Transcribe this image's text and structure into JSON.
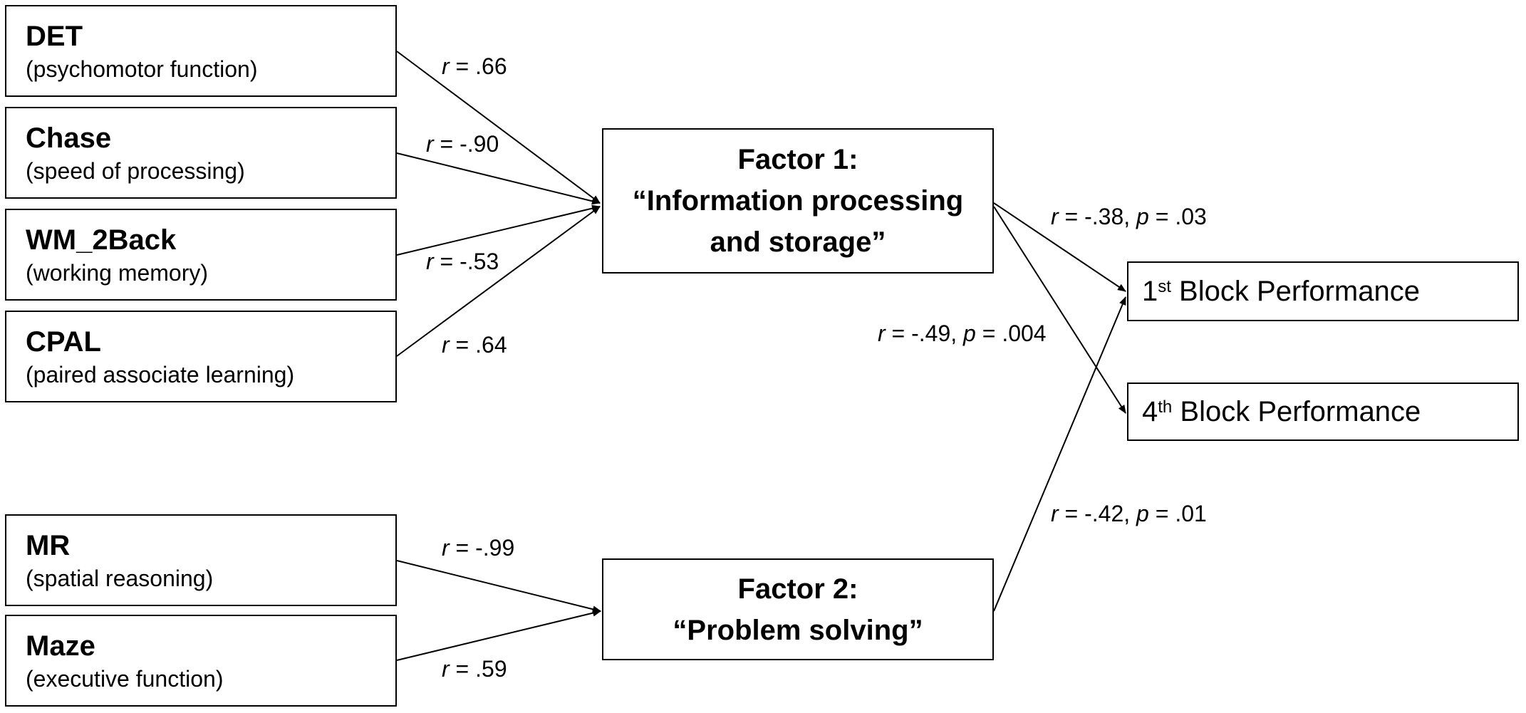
{
  "tests": [
    {
      "id": "det",
      "name": "DET",
      "desc": "(psychomotor function)"
    },
    {
      "id": "chase",
      "name": "Chase",
      "desc": "(speed of processing)"
    },
    {
      "id": "wm2back",
      "name": "WM_2Back",
      "desc": "(working memory)"
    },
    {
      "id": "cpal",
      "name": "CPAL",
      "desc": "(paired associate learning)"
    },
    {
      "id": "mr",
      "name": "MR",
      "desc": "(spatial reasoning)"
    },
    {
      "id": "maze",
      "name": "Maze",
      "desc": "(executive function)"
    }
  ],
  "factors": [
    {
      "id": "factor1",
      "title": "Factor 1:",
      "line1": "“Information processing",
      "line2": "and storage”"
    },
    {
      "id": "factor2",
      "title": "Factor 2:",
      "line1": "“Problem solving”"
    }
  ],
  "outcomes": [
    {
      "id": "block1",
      "ordinal": "1",
      "suffix": "st",
      "label": "Block Performance"
    },
    {
      "id": "block4",
      "ordinal": "4",
      "suffix": "th",
      "label": "Block Performance"
    }
  ],
  "edges": [
    {
      "id": "det-f1",
      "r": "= .66"
    },
    {
      "id": "chase-f1",
      "r": "= -.90"
    },
    {
      "id": "wm2back-f1",
      "r": "= -.53"
    },
    {
      "id": "cpal-f1",
      "r": "= .64"
    },
    {
      "id": "mr-f2",
      "r": "= -.99"
    },
    {
      "id": "maze-f2",
      "r": "= .59"
    },
    {
      "id": "f1-block1",
      "r": "= -.38,",
      "p": "= .03"
    },
    {
      "id": "f1-block4",
      "r": "= -.49,",
      "p": "= .004"
    },
    {
      "id": "f2-block1",
      "r": "= -.42,",
      "p": "= .01"
    }
  ],
  "symbols": {
    "r": "r",
    "p": "p"
  }
}
